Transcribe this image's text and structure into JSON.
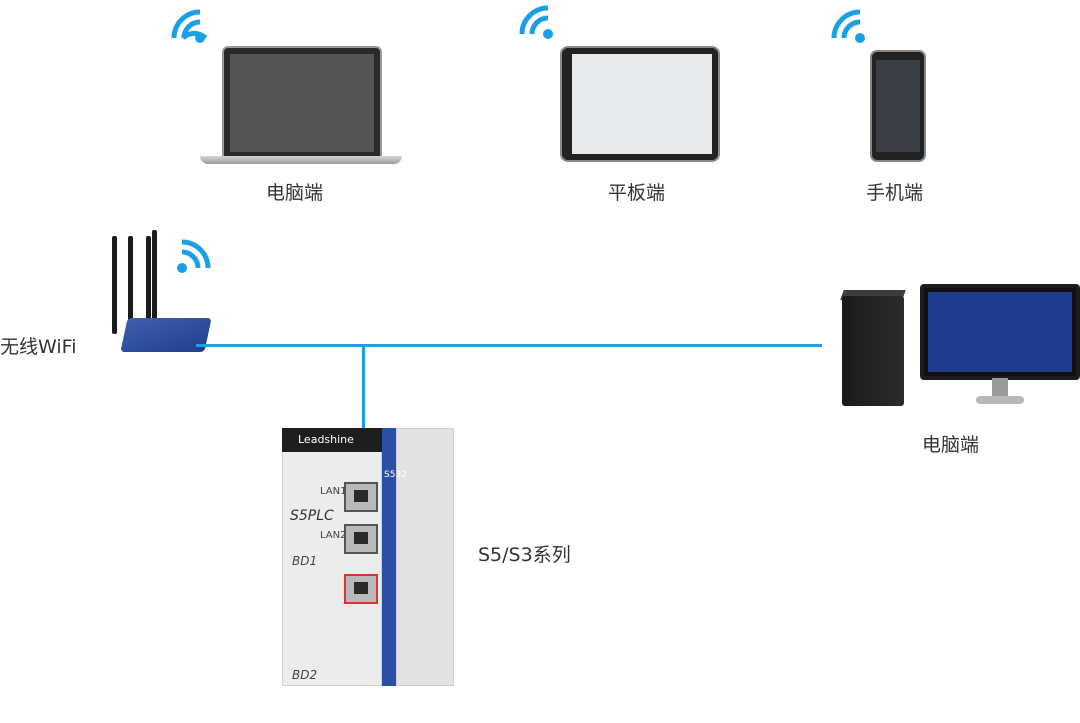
{
  "labels": {
    "laptop": "电脑端",
    "tablet": "平板端",
    "phone": "手机端",
    "router": "无线WiFi",
    "desktop": "电脑端",
    "plc": "S5/S3系列"
  },
  "plc": {
    "brand": "Leadshine",
    "model": "S5PLC",
    "module": "S532",
    "ports": [
      "LAN1",
      "LAN2"
    ],
    "bd1": "BD1",
    "bd2": "BD2"
  },
  "colors": {
    "link": "#1aa0e6",
    "wifi": "#1aa0e6",
    "plc_accent": "#2a4fa6"
  }
}
